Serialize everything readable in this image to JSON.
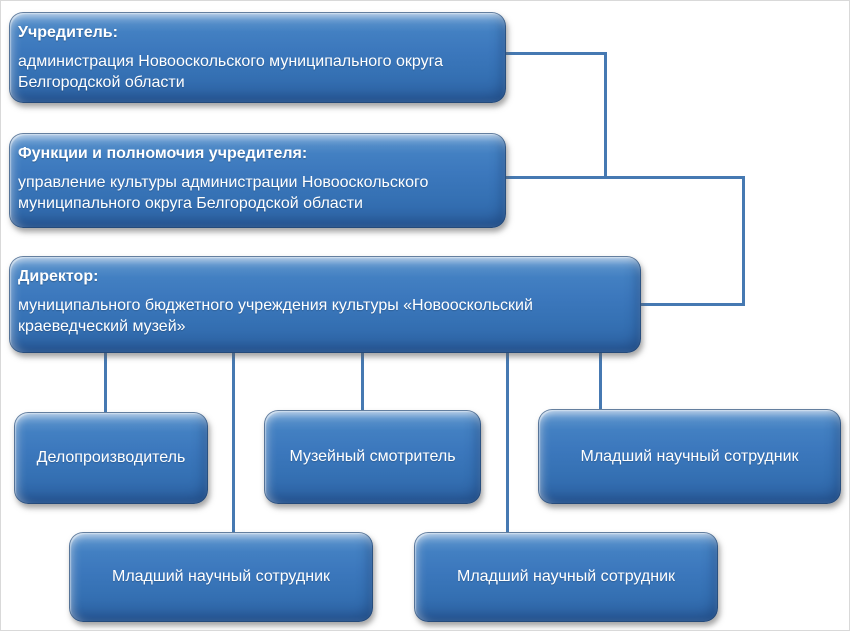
{
  "document": {
    "kind": "organizational-chart",
    "language": "ru"
  },
  "colors": {
    "node_fill_top": "#5d95cf",
    "node_fill_mid": "#3c78bd",
    "node_fill_bottom": "#2d63a5",
    "node_border": "#1a3e69",
    "connector": "#4679b2",
    "text": "#ffffff",
    "background": "#ffffff"
  },
  "org_chart": {
    "top_boxes": [
      {
        "id": "founder",
        "title": "Учредитель:",
        "body": "администрация Новооскольского муниципального округа Белгородской области"
      },
      {
        "id": "founder-functions",
        "title": "Функции и полномочия учредителя:",
        "body": "управление культуры администрации Новооскольского муниципального округа Белгородской области"
      },
      {
        "id": "director",
        "title": "Директор:",
        "body": "муниципального бюджетного учреждения культуры «Новооскольский краеведческий музей»"
      }
    ],
    "staff_boxes": [
      {
        "id": "clerk",
        "label": "Делопроизводитель"
      },
      {
        "id": "museum-attendant",
        "label": "Музейный смотритель"
      },
      {
        "id": "junior-researcher-1",
        "label": "Младший научный сотрудник"
      },
      {
        "id": "junior-researcher-2",
        "label": "Младший научный сотрудник"
      },
      {
        "id": "junior-researcher-3",
        "label": "Младший научный сотрудник"
      }
    ]
  }
}
